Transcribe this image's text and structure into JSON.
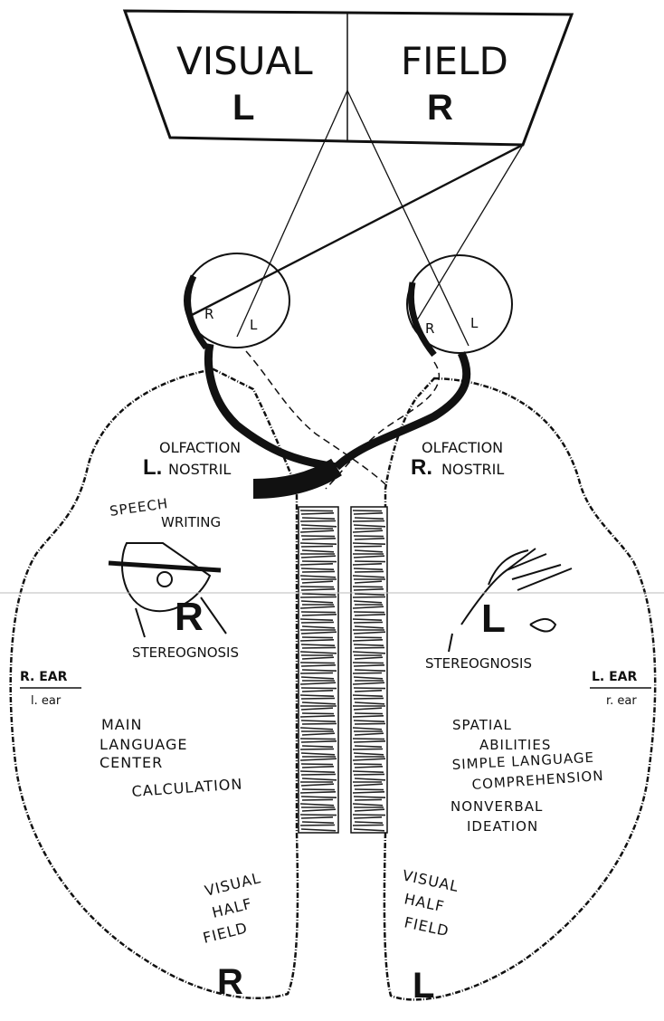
{
  "visual_field": {
    "left_word": "VISUAL",
    "right_word": "FIELD",
    "left_letter": "L",
    "right_letter": "R"
  },
  "eyes": {
    "left_eye": {
      "r": "R",
      "l": "L"
    },
    "right_eye": {
      "r": "R",
      "l": "L"
    }
  },
  "left_hemisphere": {
    "olfaction": "OLFACTION",
    "nostril_letter": "L.",
    "nostril": "NOSTRIL",
    "speech": "SPEECH",
    "writing": "WRITING",
    "hand_letter": "R",
    "stereognosis": "STEREOGNOSIS",
    "ear_main": "R. EAR",
    "ear_sub": "l. ear",
    "function_lines": [
      "MAIN",
      "LANGUAGE",
      "CENTER",
      "CALCULATION"
    ],
    "visual_half_field": [
      "VISUAL",
      "HALF",
      "FIELD"
    ],
    "field_letter": "R"
  },
  "right_hemisphere": {
    "olfaction": "OLFACTION",
    "nostril_letter": "R.",
    "nostril": "NOSTRIL",
    "hand_letter": "L",
    "stereognosis": "STEREOGNOSIS",
    "ear_main": "L. EAR",
    "ear_sub": "r. ear",
    "function_lines": [
      "SPATIAL",
      "ABILITIES",
      "SIMPLE LANGUAGE",
      "COMPREHENSION",
      "NONVERBAL",
      "IDEATION"
    ],
    "visual_half_field": [
      "VISUAL",
      "HALF",
      "FIELD"
    ],
    "field_letter": "L"
  }
}
